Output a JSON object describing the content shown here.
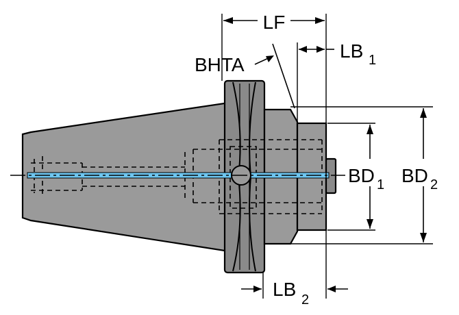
{
  "labels": {
    "lf": "LF",
    "lb1_main": "LB",
    "lb1_sub": "1",
    "bhta": "BHTA",
    "bd1_main": "BD",
    "bd1_sub": "1",
    "bd2_main": "BD",
    "bd2_sub": "2",
    "lb2_main": "LB",
    "lb2_sub": "2"
  },
  "colors": {
    "body": "#9a9a9a",
    "coolant_channel": "#6ec6f0",
    "lines": "#000000"
  }
}
